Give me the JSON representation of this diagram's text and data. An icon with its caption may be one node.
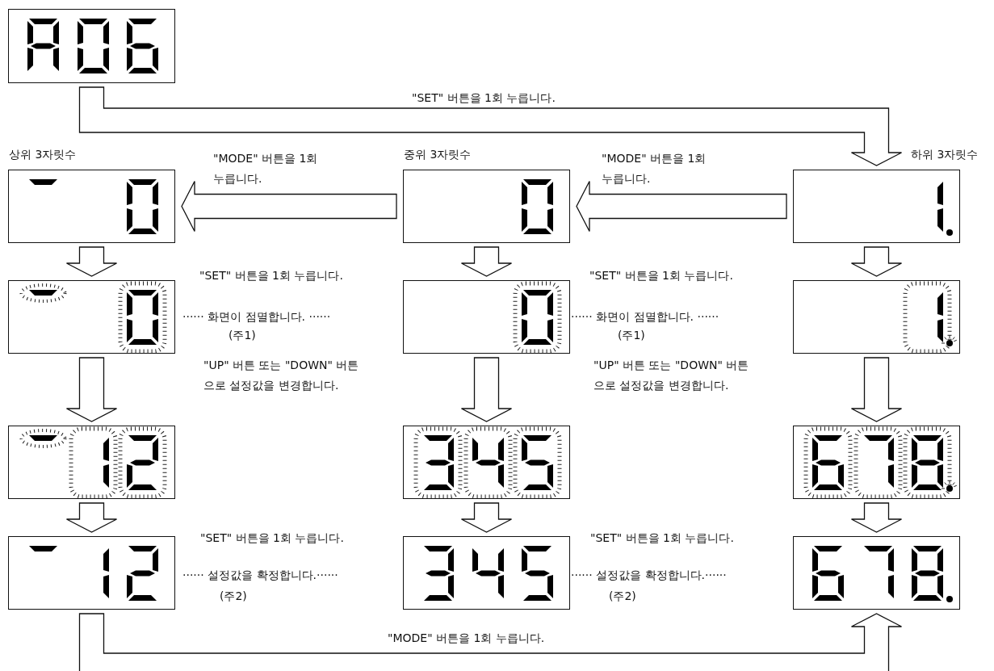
{
  "diagram": {
    "nodes": [
      {
        "text": [],
        "shape": "box"
      },
      {
        "text": [
          "상위 3자릿수"
        ]
      },
      {
        "text": [
          "중위 3자릿수"
        ]
      },
      {
        "text": [
          "하위 3자릿수"
        ]
      },
      {
        "text": [],
        "shape": "box"
      },
      {
        "text": [],
        "shape": "box"
      },
      {
        "text": [],
        "shape": "box"
      },
      {
        "text": [],
        "shape": "box"
      },
      {
        "text": [],
        "shape": "box"
      },
      {
        "text": [],
        "shape": "box"
      },
      {
        "text": [],
        "shape": "box"
      },
      {
        "text": [],
        "shape": "box"
      },
      {
        "text": [],
        "shape": "box"
      }
    ],
    "edges": [
      {
        "from": 0,
        "to": 3,
        "arrow": "to",
        "label": "\"SET\" 버튼을 1회 누릅니다."
      },
      {
        "from": 2,
        "to": 1,
        "arrow": "to",
        "label": "\"MODE\" 버튼을 1회 누릅니다."
      },
      {
        "from": 3,
        "to": 2,
        "arrow": "to",
        "label": "\"MODE\" 버튼을 1회 누릅니다."
      },
      {
        "from": 1,
        "to": 4,
        "arrow": "to"
      },
      {
        "from": 2,
        "to": 5,
        "arrow": "to"
      },
      {
        "from": 3,
        "to": 6,
        "arrow": "to"
      },
      {
        "from": 4,
        "to": 7,
        "arrow": "to"
      },
      {
        "from": 5,
        "to": 8,
        "arrow": "to"
      },
      {
        "from": 6,
        "to": 9,
        "arrow": "to"
      },
      {
        "from": 7,
        "to": 10,
        "arrow": "to"
      },
      {
        "from": 8,
        "to": 11,
        "arrow": "to"
      },
      {
        "from": 9,
        "to": 12,
        "arrow": "to"
      },
      {
        "from": 10,
        "to": 12,
        "arrow": "to",
        "label": "\"MODE\" 버튼을 1회 누릅니다."
      }
    ],
    "labels": [
      "\"SET\" 버튼을 1회 누릅니다.",
      "\"SET\" 버튼을 1회 누릅니다.",
      "······ 화면이 점멸합니다. ······",
      "······ 화면이 점멸합니다. ······",
      "(주1)",
      "(주1)",
      "\"UP\" 버튼 또는 \"DOWN\" 버튼으로 설정값을 변경합니다.",
      "\"UP\" 버튼 또는 \"DOWN\" 버튼으로 설정값을 변경합니다.",
      "\"SET\" 버튼을 1회 누릅니다.",
      "\"SET\" 버튼을 1회 누릅니다.",
      "······ 설정값을 확정합니다.······",
      "······ 설정값을 확정합니다.······",
      "(주2)",
      "(주2)"
    ]
  }
}
